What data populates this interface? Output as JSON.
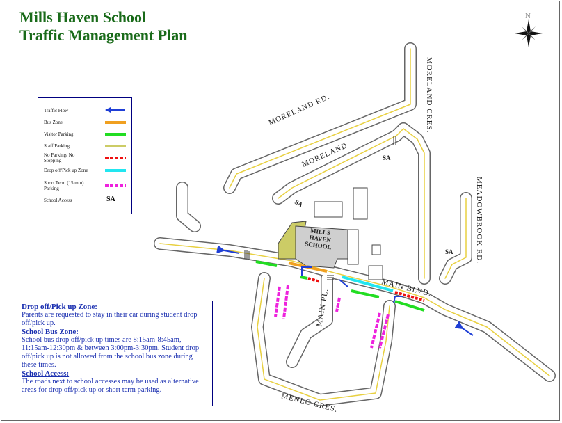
{
  "title": {
    "line1": "Mills Haven School",
    "line2": "Traffic Management Plan"
  },
  "compass": {
    "north_label": "N",
    "icon": "compass-rose-icon"
  },
  "legend": {
    "items": [
      {
        "label": "Traffic Flow",
        "color": "#1f3fd6",
        "kind": "arrow"
      },
      {
        "label": "Bus Zone",
        "color": "#f0a020",
        "kind": "bar"
      },
      {
        "label": "Visitor Parking",
        "color": "#22dd22",
        "kind": "bar"
      },
      {
        "label": "Staff Parking",
        "color": "#cccc66",
        "kind": "bar"
      },
      {
        "label": "No Parking/ No Stopping",
        "color": "#ee1111",
        "kind": "dash"
      },
      {
        "label": "Drop off/Pick up Zone",
        "color": "#22e6f0",
        "kind": "bar"
      },
      {
        "label": "Short Term (15 min) Parking",
        "color": "#ee22dd",
        "kind": "dash"
      },
      {
        "label": "School Access",
        "symbol": "SA",
        "kind": "text"
      }
    ]
  },
  "roads": {
    "moreland_rd": "MORELAND RD.",
    "moreland": "MORELAND",
    "moreland_cres": "MORELAND CRES.",
    "meadowbrook_rd": "MEADOWBROOK RD.",
    "main_blvd": "MAIN BLVD.",
    "main_pl": "MAIN PL.",
    "menlo_cres": "MENLO CRES."
  },
  "school_label": [
    "MILLS",
    "HAVEN",
    "SCHOOL"
  ],
  "school_access_label": "SA",
  "info": {
    "sections": [
      {
        "heading": "Drop off/Pick up Zone:",
        "text": "Parents are requested to stay in their car during student drop off/pick up."
      },
      {
        "heading": "School Bus Zone:",
        "text": "School bus drop off/pick up times are 8:15am-8:45am, 11:15am-12:30pm & between 3:00pm-3:30pm. Student drop off/pick up is not allowed from the school bus zone during these times."
      },
      {
        "heading": "School Access:",
        "text": "The roads next to school accesses may be used as alternative areas for drop off/pick up or short term parking."
      }
    ]
  }
}
